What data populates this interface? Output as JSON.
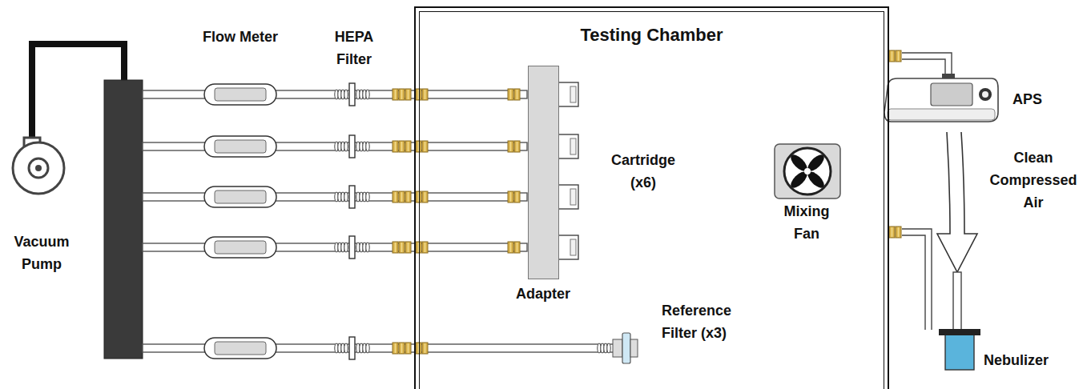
{
  "diagram": {
    "nodes": [
      {
        "text": [
          "Testing Chamber"
        ]
      },
      {
        "text": [
          "Adapter"
        ],
        "in": 0
      }
    ],
    "labels": [
      "Flow Meter",
      "HEPA Filter",
      "Cartridge (x6)",
      "Vacuum Pump",
      "Mixing Fan",
      "Reference Filter (x3)",
      "APS",
      "Clean Compressed Air",
      "Nebulizer"
    ]
  }
}
